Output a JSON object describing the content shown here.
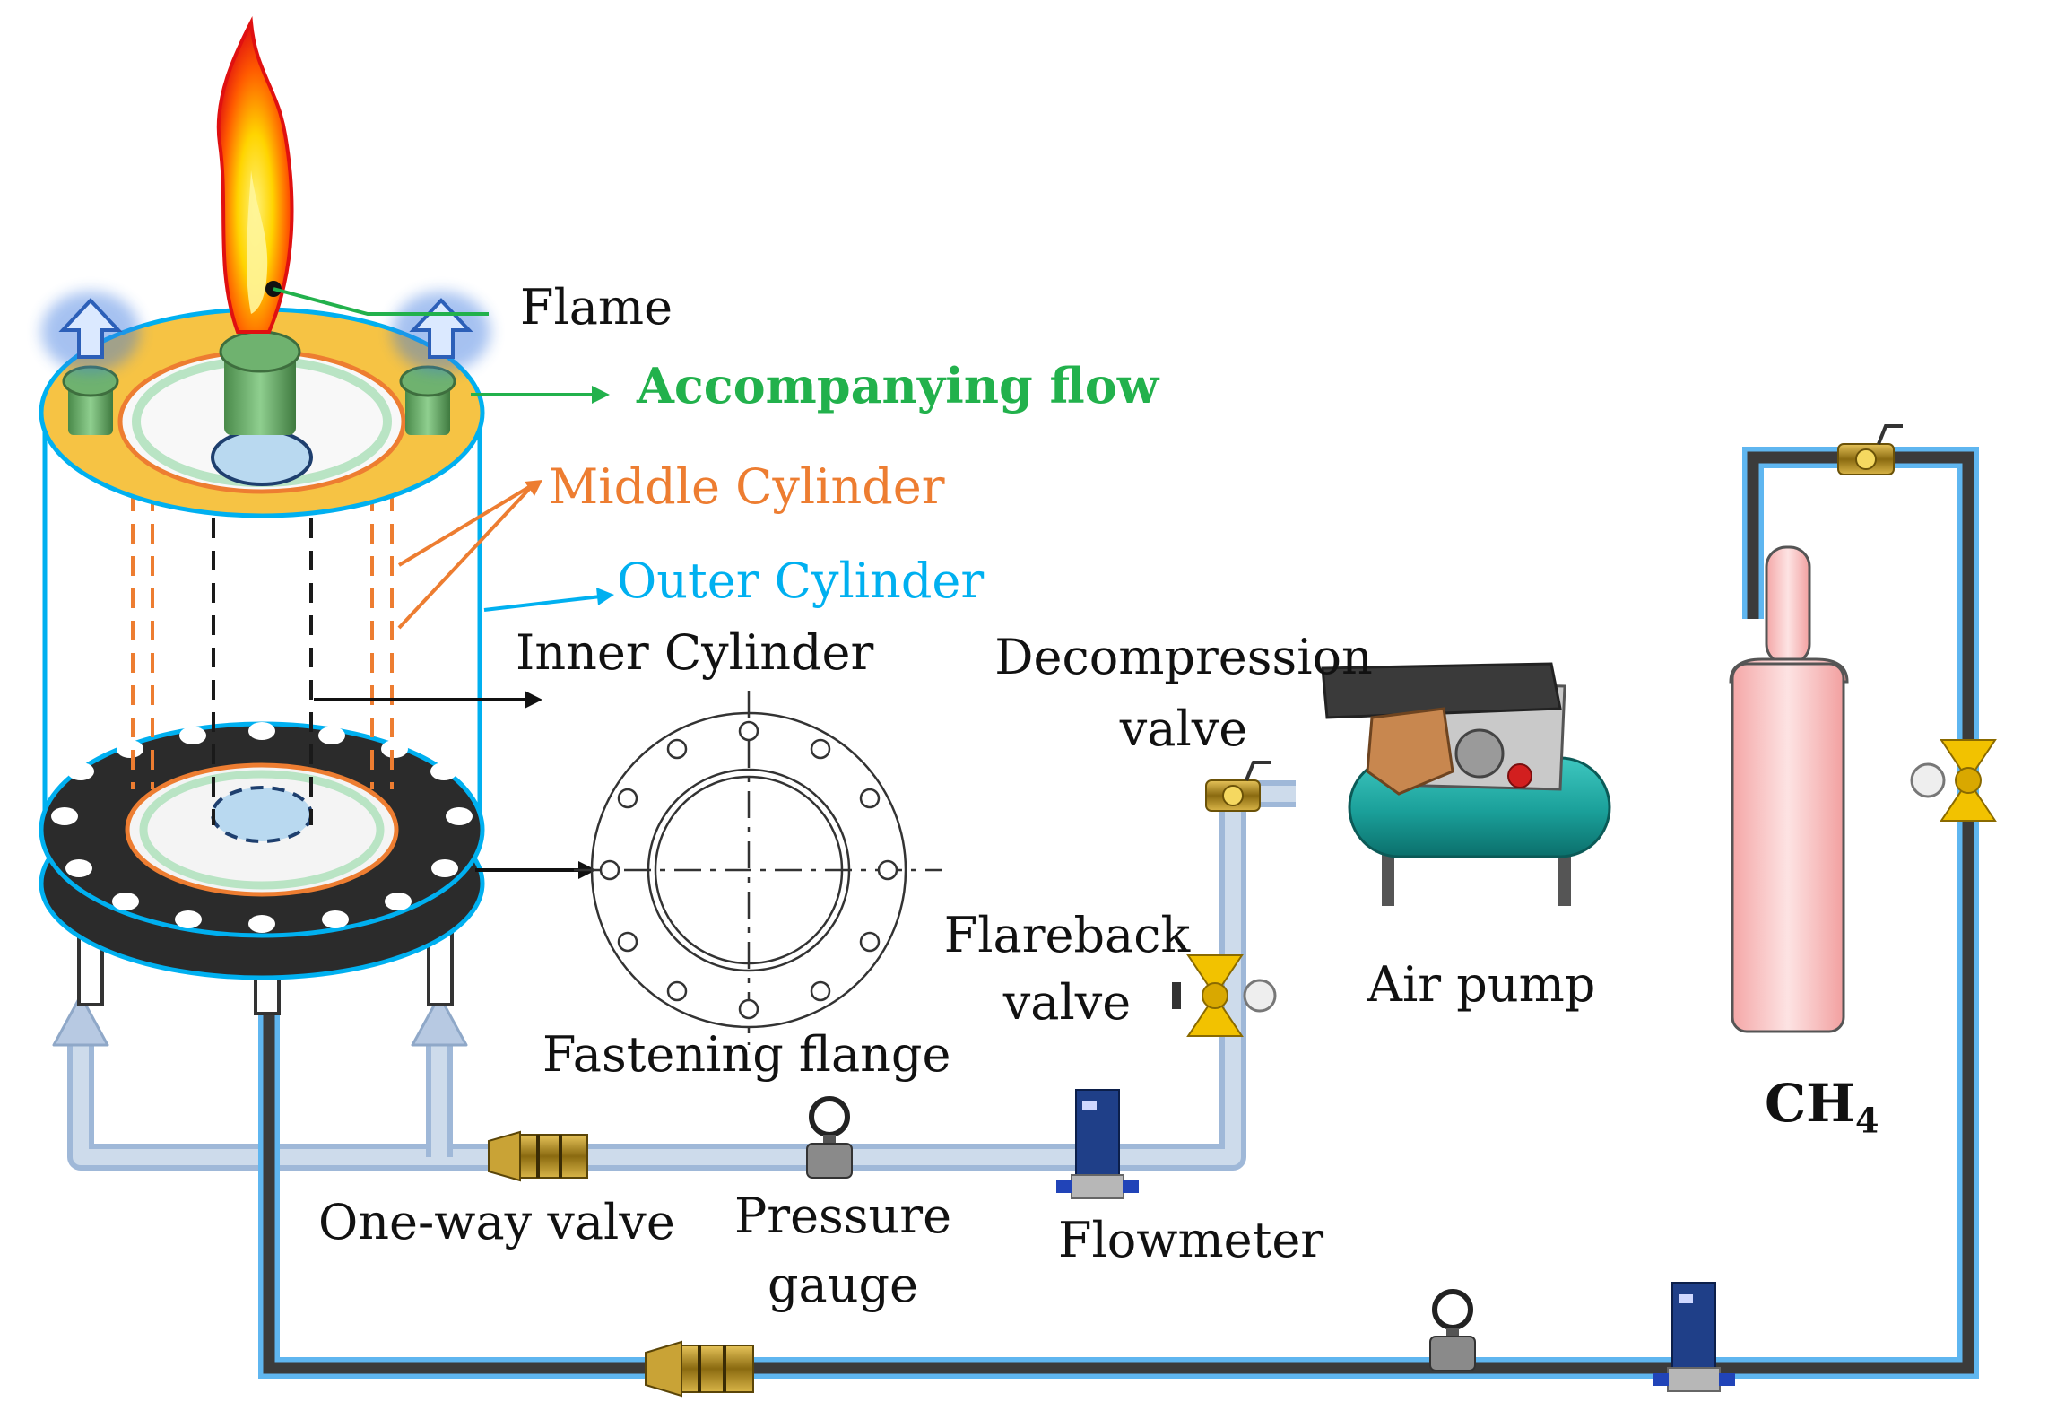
{
  "labels": {
    "flame": "Flame",
    "accompanying_flow": "Accompanying flow",
    "middle_cylinder": "Middle Cylinder",
    "outer_cylinder": "Outer Cylinder",
    "inner_cylinder": "Inner Cylinder",
    "decompression_valve_1": "Decompression",
    "decompression_valve_2": "valve",
    "flareback_valve_1": "Flareback",
    "flareback_valve_2": "valve",
    "air_pump": "Air pump",
    "fastening_flange": "Fastening flange",
    "one_way_valve": "One-way valve",
    "pressure_gauge_1": "Pressure",
    "pressure_gauge_2": "gauge",
    "flowmeter": "Flowmeter",
    "ch4_main": "CH",
    "ch4_sub": "4"
  },
  "colors": {
    "accompanying_flow": "#22b14c",
    "middle_cylinder": "#ed7d31",
    "outer_cylinder": "#00b0f0",
    "air_line": "#b7c9e2",
    "gas_line": "#3b3b3b",
    "valve_yellow": "#f2c200",
    "burner_top": "#f6c344",
    "base_plate": "#2b2b2b"
  },
  "icons": [
    "flame-icon",
    "up-arrow-icon",
    "nozzle-icon",
    "valve-icon",
    "gauge-icon",
    "flowmeter-icon",
    "one-way-valve-icon",
    "air-pump-icon",
    "gas-cylinder-icon",
    "flange-drawing"
  ]
}
